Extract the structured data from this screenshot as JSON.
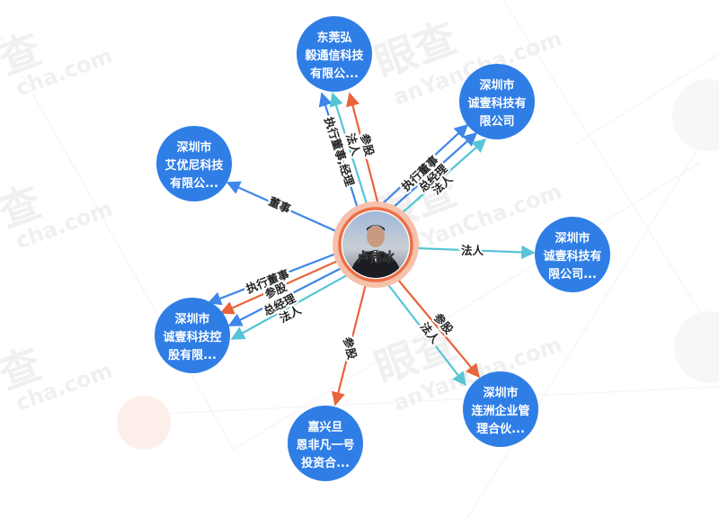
{
  "colors": {
    "node_fill": "#2f7ee6",
    "center_ring": "#f08c6a",
    "center_halo": "#f6c1ab",
    "edge_blue": "#3f86e8",
    "edge_cyan": "#56c5d6",
    "edge_orange": "#e8643a",
    "label_text": "#222222"
  },
  "center": {
    "name": "卢伟冰",
    "icon": "person-photo-avatar"
  },
  "watermark": {
    "logo_text": "眼查",
    "site_text": "TianYanCha.com"
  },
  "nodes": [
    {
      "id": "n1",
      "lines": [
        "东莞弘",
        "毅通信科技",
        "有限公..."
      ]
    },
    {
      "id": "n2",
      "lines": [
        "深圳市",
        "诚壹科技有",
        "限公司"
      ]
    },
    {
      "id": "n3",
      "lines": [
        "深圳市",
        "艾优尼科技",
        "有限公..."
      ]
    },
    {
      "id": "n4",
      "lines": [
        "深圳市",
        "诚壹科技有",
        "限公司..."
      ]
    },
    {
      "id": "n5",
      "lines": [
        "深圳市",
        "诚壹科技控",
        "股有限..."
      ]
    },
    {
      "id": "n6",
      "lines": [
        "嘉兴旦",
        "恩非凡一号",
        "投资合..."
      ]
    },
    {
      "id": "n7",
      "lines": [
        "深圳市",
        "连洲企业管",
        "理合伙..."
      ]
    }
  ],
  "edges": {
    "n1": [
      "执行董事,经理",
      "法人",
      "参股"
    ],
    "n2": [
      "执行董事",
      "总经理",
      "法人"
    ],
    "n3": [
      "董事"
    ],
    "n4": [
      "法人"
    ],
    "n5": [
      "执行董事",
      "参股",
      "总经理",
      "法人"
    ],
    "n6": [
      "参股"
    ],
    "n7": [
      "参股",
      "法人"
    ]
  }
}
